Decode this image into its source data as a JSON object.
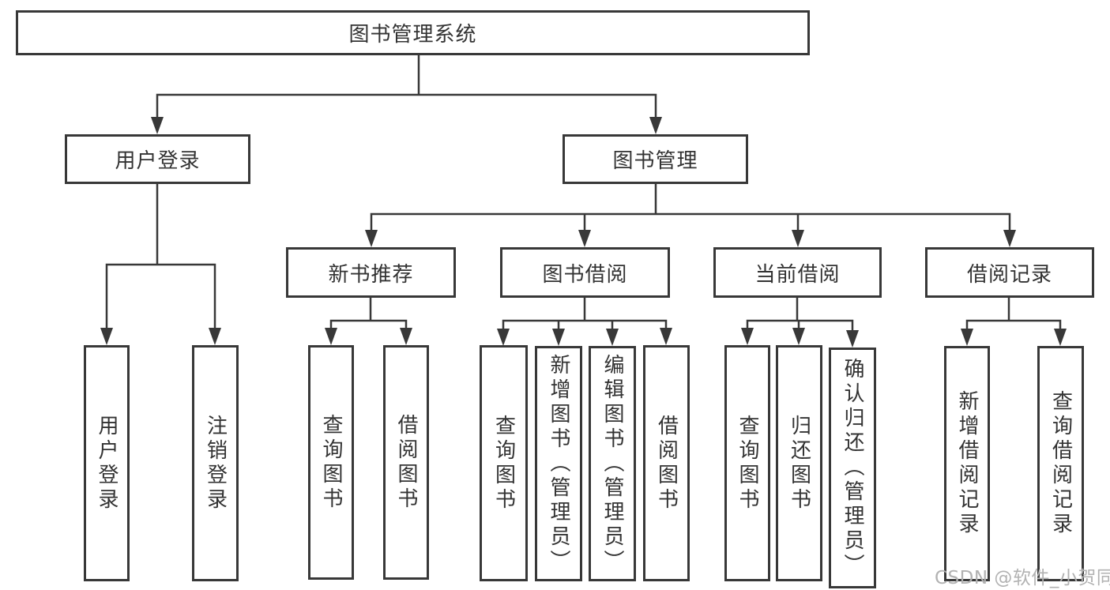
{
  "tree": {
    "label": "图书管理系统",
    "children": [
      {
        "label": "用户登录",
        "children": [
          {
            "label": "用户登录"
          },
          {
            "label": "注销登录"
          }
        ]
      },
      {
        "label": "图书管理",
        "children": [
          {
            "label": "新书推荐",
            "children": [
              {
                "label": "查询图书"
              },
              {
                "label": "借阅图书"
              }
            ]
          },
          {
            "label": "图书借阅",
            "children": [
              {
                "label": "查询图书"
              },
              {
                "label": "新增图书（管理员）"
              },
              {
                "label": "编辑图书（管理员）"
              },
              {
                "label": "借阅图书"
              }
            ]
          },
          {
            "label": "当前借阅",
            "children": [
              {
                "label": "查询图书"
              },
              {
                "label": "归还图书"
              },
              {
                "label": "确认归还（管理员）"
              }
            ]
          },
          {
            "label": "借阅记录",
            "children": [
              {
                "label": "新增借阅记录"
              },
              {
                "label": "查询借阅记录"
              }
            ]
          }
        ]
      }
    ]
  },
  "watermark": {
    "text": "CSDN @软件_小贺同学"
  },
  "colors": {
    "line": "#383838",
    "box_border": "#383838",
    "box_fill": "#ffffff",
    "text": "#333333",
    "watermark": "#b2b2b2"
  }
}
